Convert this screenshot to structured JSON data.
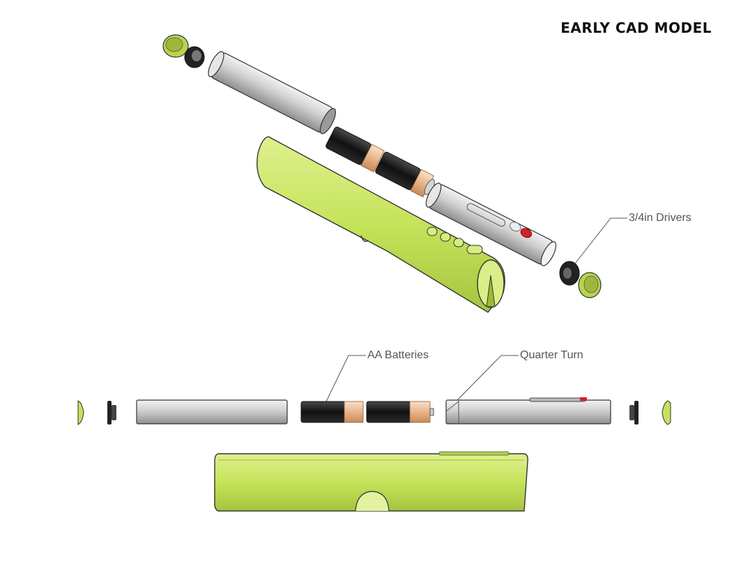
{
  "title": "EARLY CAD MODEL",
  "callouts": {
    "drivers": "3/4in Drivers",
    "batteries": "AA Batteries",
    "quarter_turn": "Quarter Turn"
  },
  "colors": {
    "shell_green": "#c5e35a",
    "shell_green_dark": "#9dbb38",
    "tube_silver": "#bdbdbd",
    "tube_silver_light": "#e8e8e8",
    "battery_black": "#1a1a1a",
    "battery_copper": "#e8b58a",
    "button_red": "#d4202a",
    "line": "#555555"
  }
}
